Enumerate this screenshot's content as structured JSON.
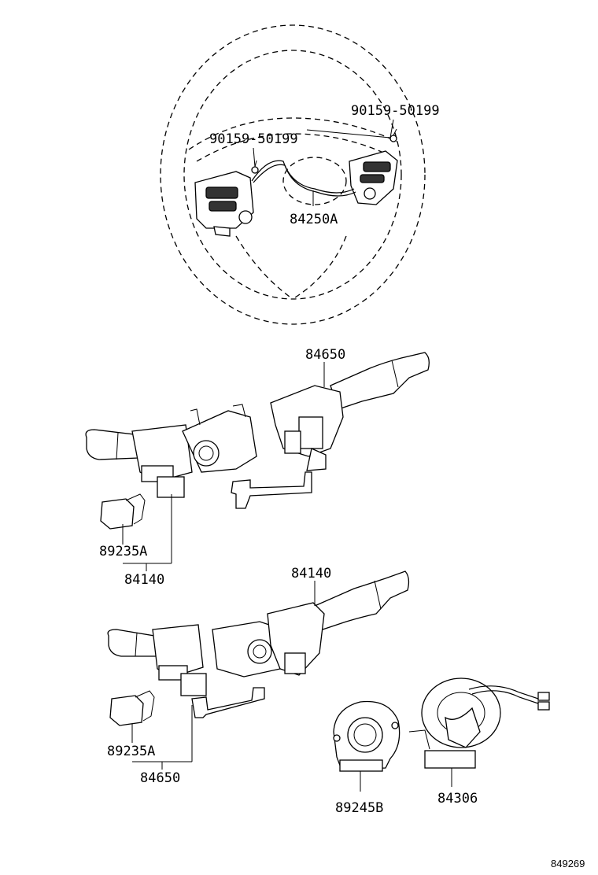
{
  "labels": {
    "bolt_right": "90159-50199",
    "bolt_left": "90159-50199",
    "harness": "84250A",
    "switch_top_right": "84650",
    "connector_top": "89235A",
    "switch_top_bottom": "84140",
    "switch_bottom_top": "84140",
    "connector_bottom": "89235A",
    "switch_bottom_bottom": "84650",
    "sensor": "89245B",
    "spiral_cable": "84306"
  },
  "drawing_code": "849269"
}
